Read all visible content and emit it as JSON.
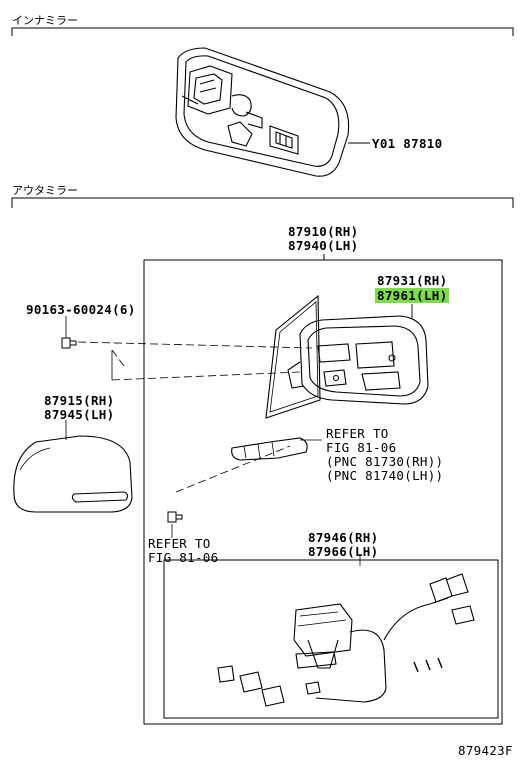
{
  "sections": {
    "inner_mirror": "インナミラー",
    "outer_mirror": "アウタミラー"
  },
  "parts": {
    "inner_mirror": "Y01 87810",
    "outer_mirror_rh": "87910(RH)",
    "outer_mirror_lh": "87940(LH)",
    "mirror_sub_rh": "87931(RH)",
    "mirror_sub_lh": "87961(LH)",
    "screw": "90163-60024(6)",
    "cover_rh": "87915(RH)",
    "cover_lh": "87945(LH)",
    "motor_rh": "87946(RH)",
    "motor_lh": "87966(LH)"
  },
  "refs": {
    "ref1_line1": "REFER TO",
    "ref1_line2": "FIG 81-06",
    "ref1_line3": "(PNC 81730(RH))",
    "ref1_line4": "(PNC 81740(LH))",
    "ref2_line1": "REFER TO",
    "ref2_line2": "FIG 81-06"
  },
  "figure_id": "879423F",
  "colors": {
    "highlight": "#7ddc4a"
  }
}
